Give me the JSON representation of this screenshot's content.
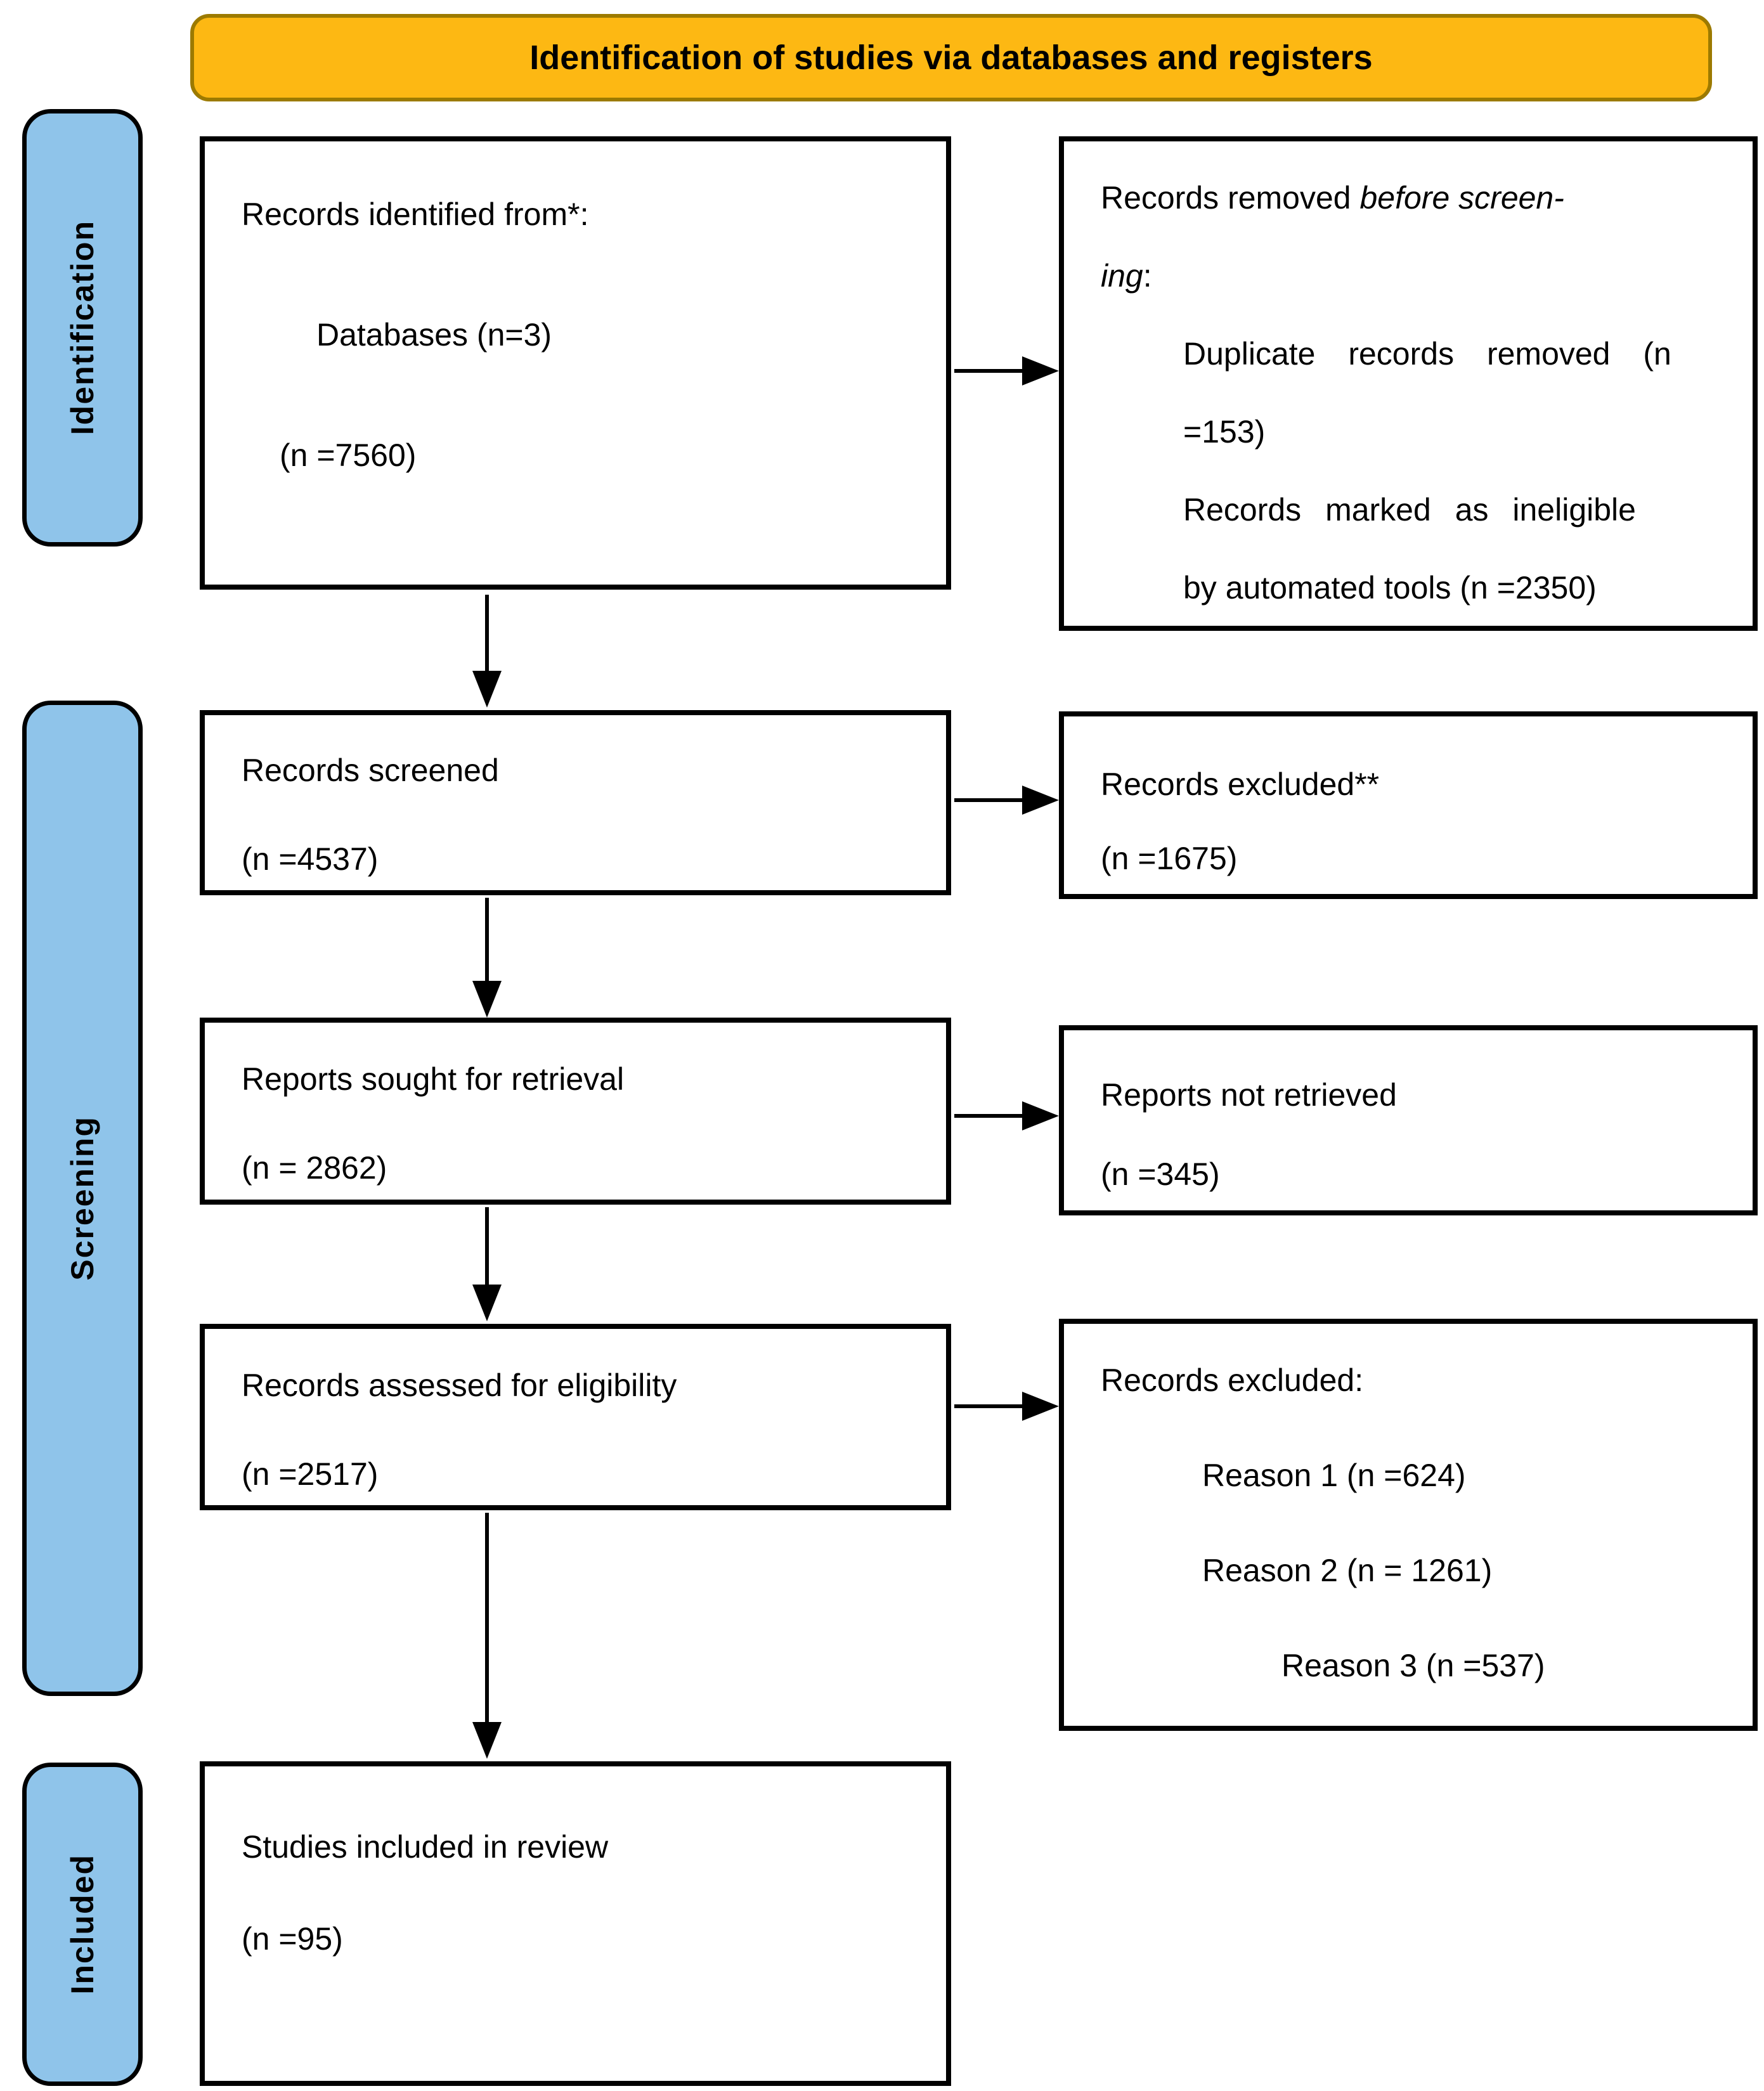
{
  "banner": {
    "title": "Identification of studies via databases and registers"
  },
  "colors": {
    "banner_bg": "#FDB813",
    "banner_border": "#9C7A00",
    "stage_bg": "#8FC4EA",
    "box_border": "#000000",
    "text": "#000000"
  },
  "stages": {
    "identification": "Identification",
    "screening": "Screening",
    "included": "Included"
  },
  "flow": {
    "identified": {
      "line1": "Records identified from*:",
      "line2": "Databases (n=3)",
      "line3": "(n =7560)"
    },
    "screened": {
      "line1": "Records screened",
      "line2": "(n =4537)"
    },
    "sought": {
      "line1": "Reports sought for retrieval",
      "line2": "(n = 2862)"
    },
    "assessed": {
      "line1": "Records assessed for eligibility",
      "line2": "(n =2517)"
    },
    "included": {
      "line1": "Studies included in review",
      "line2": "(n =95)"
    }
  },
  "exclusions": {
    "removed": {
      "lead": "Records removed ",
      "lead_italic": "before screen-",
      "cont_italic": "ing",
      "cont_tail": ":",
      "item1_line1": "Duplicate records removed (n",
      "item1_line2": "=153)",
      "item2_line1": "Records marked as ineligible",
      "item2_line2": "by automated tools (n =2350)"
    },
    "excluded_screening": {
      "line1": "Records excluded**",
      "line2": "(n =1675)"
    },
    "not_retrieved": {
      "line1": "Reports not retrieved",
      "line2": "(n =345)"
    },
    "excluded_eligibility": {
      "title": "Records excluded:",
      "reason1": "Reason 1 (n =624)",
      "reason2": "Reason 2 (n = 1261)",
      "reason3": "Reason 3 (n =537)"
    }
  }
}
